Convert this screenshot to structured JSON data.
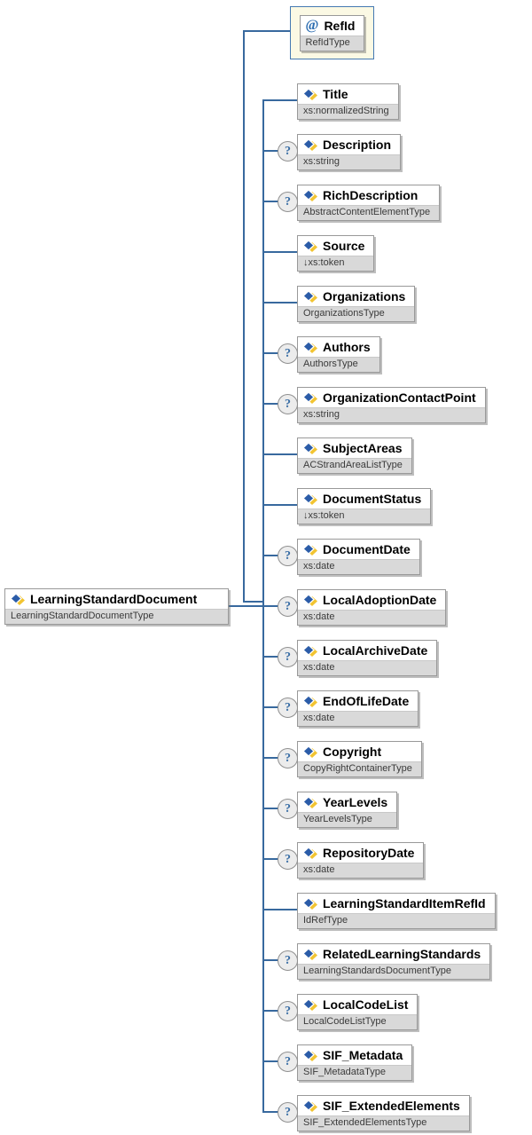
{
  "diagram": {
    "root": {
      "name": "LearningStandardDocument",
      "type": "LearningStandardDocumentType"
    },
    "attribute": {
      "symbol": "@",
      "name": "RefId",
      "type": "RefIdType"
    },
    "optional_marker": "?",
    "children": [
      {
        "name": "Title",
        "type": "xs:normalizedString",
        "optional": false
      },
      {
        "name": "Description",
        "type": "xs:string",
        "optional": true
      },
      {
        "name": "RichDescription",
        "type": "AbstractContentElementType",
        "optional": true
      },
      {
        "name": "Source",
        "type": "↓xs:token",
        "optional": false
      },
      {
        "name": "Organizations",
        "type": "OrganizationsType",
        "optional": false
      },
      {
        "name": "Authors",
        "type": "AuthorsType",
        "optional": true
      },
      {
        "name": "OrganizationContactPoint",
        "type": "xs:string",
        "optional": true
      },
      {
        "name": "SubjectAreas",
        "type": "ACStrandAreaListType",
        "optional": false
      },
      {
        "name": "DocumentStatus",
        "type": "↓xs:token",
        "optional": false
      },
      {
        "name": "DocumentDate",
        "type": "xs:date",
        "optional": true
      },
      {
        "name": "LocalAdoptionDate",
        "type": "xs:date",
        "optional": true
      },
      {
        "name": "LocalArchiveDate",
        "type": "xs:date",
        "optional": true
      },
      {
        "name": "EndOfLifeDate",
        "type": "xs:date",
        "optional": true
      },
      {
        "name": "Copyright",
        "type": "CopyRightContainerType",
        "optional": true
      },
      {
        "name": "YearLevels",
        "type": "YearLevelsType",
        "optional": true
      },
      {
        "name": "RepositoryDate",
        "type": "xs:date",
        "optional": true
      },
      {
        "name": "LearningStandardItemRefId",
        "type": "IdRefType",
        "optional": false
      },
      {
        "name": "RelatedLearningStandards",
        "type": "LearningStandardsDocumentType",
        "optional": true
      },
      {
        "name": "LocalCodeList",
        "type": "LocalCodeListType",
        "optional": true
      },
      {
        "name": "SIF_Metadata",
        "type": "SIF_MetadataType",
        "optional": true
      },
      {
        "name": "SIF_ExtendedElements",
        "type": "SIF_ExtendedElementsType",
        "optional": true
      }
    ],
    "colors": {
      "connector_blue": "#38699e",
      "box_border": "#999999",
      "type_row_bg": "#d9d9d9",
      "attribute_panel_bg": "#fbf9e4",
      "attribute_panel_border": "#4579b2",
      "element_icon_blue": "#2b5ca8",
      "element_icon_yellow": "#f2c431",
      "optional_marker_color": "#3a6ea5",
      "attribute_symbol_color": "#2b6cb0"
    }
  }
}
